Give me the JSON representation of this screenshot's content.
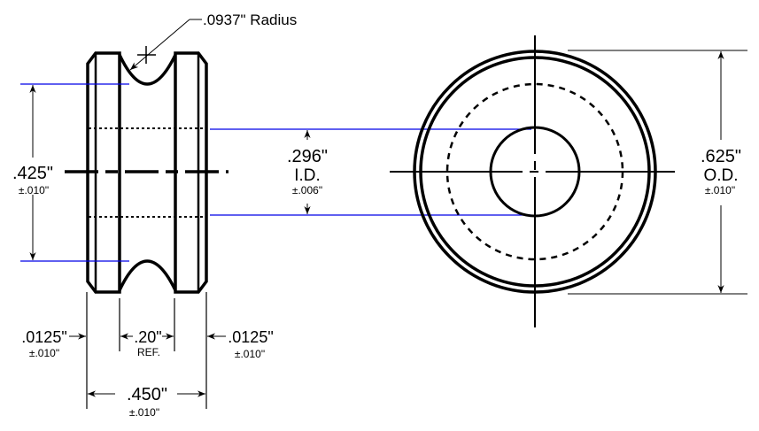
{
  "radius_label": ".0937\" Radius",
  "height_dim": {
    "value": ".425\"",
    "tolerance": "±.010\""
  },
  "id_dim": {
    "value": ".296\"",
    "label": "I.D.",
    "tolerance": "±.006\""
  },
  "od_dim": {
    "value": ".625\"",
    "label": "O.D.",
    "tolerance": "±.010\""
  },
  "left_flange_dim": {
    "value": ".0125\"",
    "tolerance": "±.010\""
  },
  "groove_dim": {
    "value": ".20\"",
    "label": "REF."
  },
  "right_flange_dim": {
    "value": ".0125\"",
    "tolerance": "±.010\""
  },
  "width_dim": {
    "value": ".450\"",
    "tolerance": "±.010\""
  },
  "colors": {
    "line": "#000000",
    "projection": "#0000e6"
  }
}
